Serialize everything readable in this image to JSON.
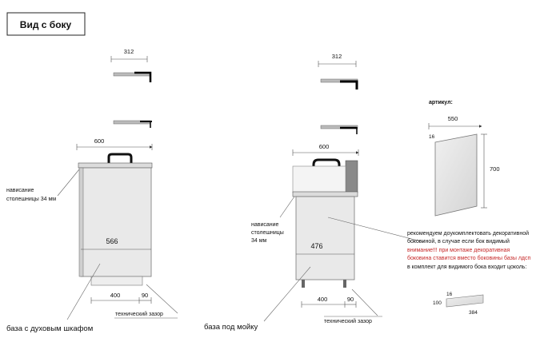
{
  "title": "Вид с боку",
  "left": {
    "dim_top": "312",
    "dim_width": "600",
    "overhang_label": "нависание столешницы 34 мм",
    "overhang_line1": "нависание",
    "overhang_line2": "столешницы 34 мм",
    "depth": "566",
    "leg_dim": "400",
    "gap_dim": "90",
    "gap_label": "технический зазор",
    "caption": "база с духовым шкафом"
  },
  "middle": {
    "dim_top": "312",
    "dim_width": "600",
    "overhang_line1": "нависание",
    "overhang_line2": "столешницы",
    "overhang_line3": "34 мм",
    "depth": "476",
    "leg_dim": "400",
    "gap_dim": "90",
    "gap_label": "технический зазор",
    "caption": "база под мойку"
  },
  "right": {
    "article_label": "артикул:",
    "panel_width": "550",
    "panel_thickness": "16",
    "panel_height": "700",
    "rec_line1": "рекомендуем доукомплектовать декоративной",
    "rec_line2": "боковиной, в случае если бок видимый",
    "warn_line1": "внимание!!! при монтаже декоративная",
    "warn_line2": "боковина ставится вместо боковины базы лдсп",
    "plinth_note": "в комплект для видимого бока входит цоколь:",
    "plinth_thickness": "16",
    "plinth_height": "100",
    "plinth_length": "384"
  },
  "colors": {
    "warning": "#c62828",
    "cabinet_fill": "#e9e9e9",
    "line": "#111111"
  }
}
